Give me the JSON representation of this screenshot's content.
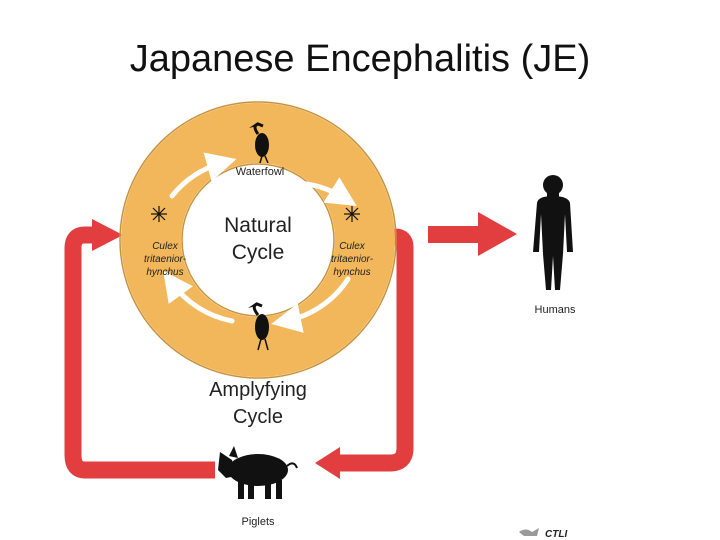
{
  "slide": {
    "title": "Japanese Encephalitis (JE)"
  },
  "diagram": {
    "waterfowl_label": "Waterfowl",
    "center_line1": "Natural",
    "center_line2": "Cycle",
    "culex_left": [
      "Culex",
      "tritaenior-",
      "hynchus"
    ],
    "culex_right": [
      "Culex",
      "tritaenior-",
      "hynchus"
    ],
    "amplifying_line1": "Amplyfying",
    "amplifying_line2": "Cycle",
    "humans_label": "Humans",
    "piglets_label": "Piglets",
    "credit_label": "CTLI"
  },
  "colors": {
    "ring": "#f2b75b",
    "ring_outline": "#c8923c",
    "arrow_red": "#e23d3f",
    "inner_arrows": "#ffffff",
    "silhouette": "#111111"
  }
}
